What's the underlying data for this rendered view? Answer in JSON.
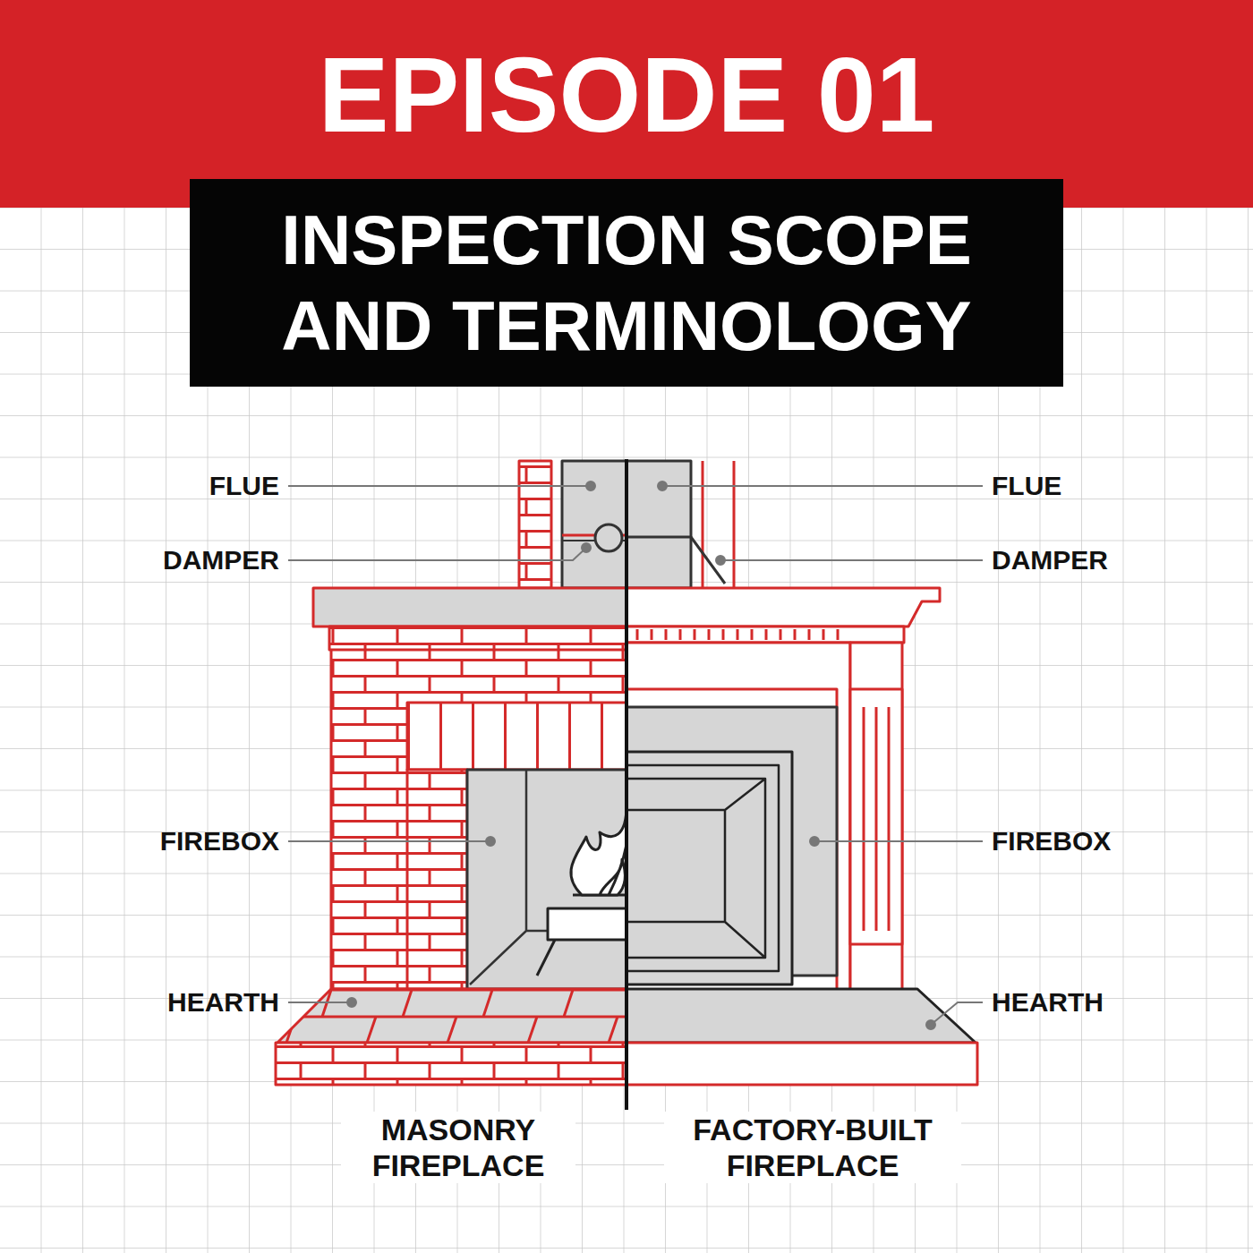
{
  "diagram": {
    "nodes": [
      {
        "text": [
          "EPISODE 01"
        ]
      },
      {
        "text": [
          "INSPECTION SCOPE AND TERMINOLOGY"
        ]
      }
    ],
    "labels": [
      "FLUE",
      "FLUE",
      "DAMPER",
      "DAMPER",
      "FIREBOX",
      "FIREBOX",
      "HEARTH",
      "HEARTH",
      "MASONRY FIREPLACE",
      "FACTORY-BUILT FIREPLACE"
    ]
  }
}
